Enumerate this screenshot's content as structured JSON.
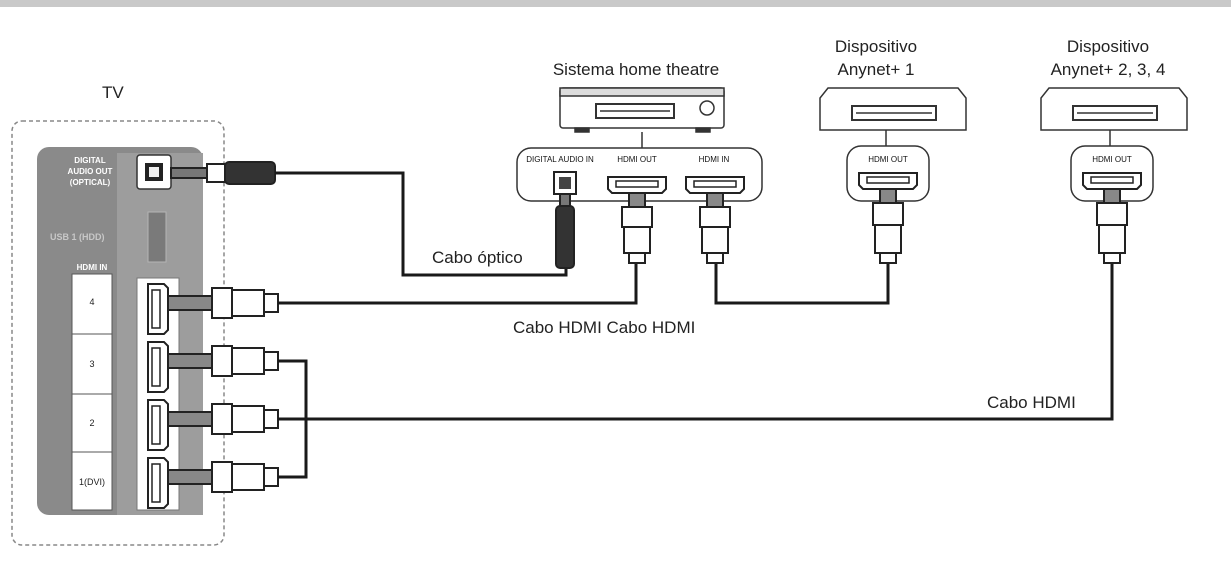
{
  "tv": {
    "title": "TV",
    "optical_label": [
      "DIGITAL",
      "AUDIO OUT",
      "(OPTICAL)"
    ],
    "usb_label": "USB 1 (HDD)",
    "hdmi_in_label": "HDMI IN",
    "ports": [
      "4",
      "3",
      "2",
      "1(DVI)"
    ]
  },
  "home_theatre": {
    "title": "Sistema home theatre",
    "port_labels": [
      "DIGITAL AUDIO IN",
      "HDMI OUT",
      "HDMI IN"
    ]
  },
  "device1": {
    "title_lines": [
      "Dispositivo",
      "Anynet+ 1"
    ],
    "port_label": "HDMI OUT"
  },
  "device2": {
    "title_lines": [
      "Dispositivo",
      "Anynet+ 2, 3, 4"
    ],
    "port_label": "HDMI OUT"
  },
  "cables": {
    "optical": "Cabo óptico",
    "hdmi_pair": "Cabo HDMI Cabo HDMI",
    "hdmi_long": "Cabo HDMI"
  },
  "colors": {
    "panel": "#8a8a8a",
    "cable": "#1a1a1a",
    "frame": "#bdbdbd"
  }
}
